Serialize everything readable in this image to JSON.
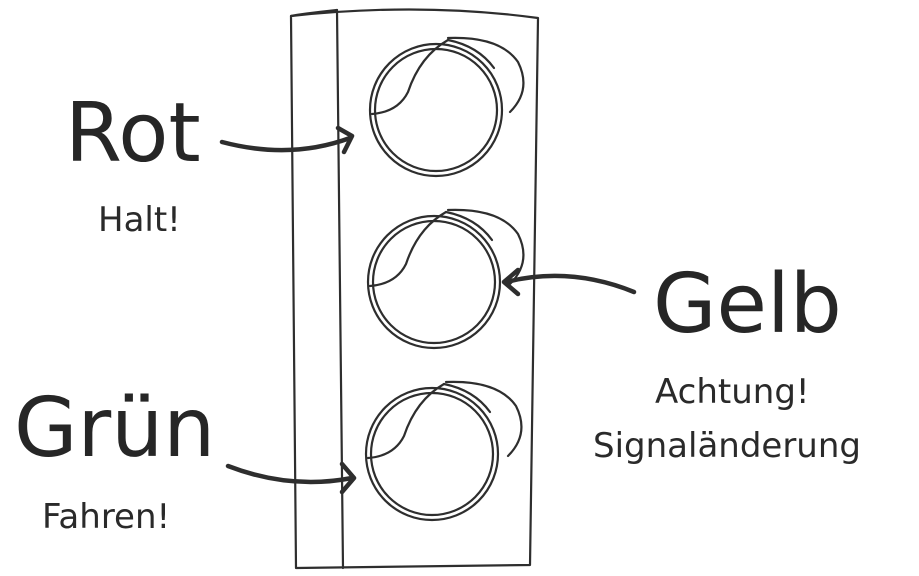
{
  "labels": {
    "red": {
      "title": "Rot",
      "subtitle": "Halt!"
    },
    "yellow": {
      "title": "Gelb",
      "subtitle_line1": "Achtung!",
      "subtitle_line2": "Signaländerung"
    },
    "green": {
      "title": "Grün",
      "subtitle": "Fahren!"
    }
  },
  "colors": {
    "ink": "#2e2e2e",
    "background": "#ffffff"
  }
}
